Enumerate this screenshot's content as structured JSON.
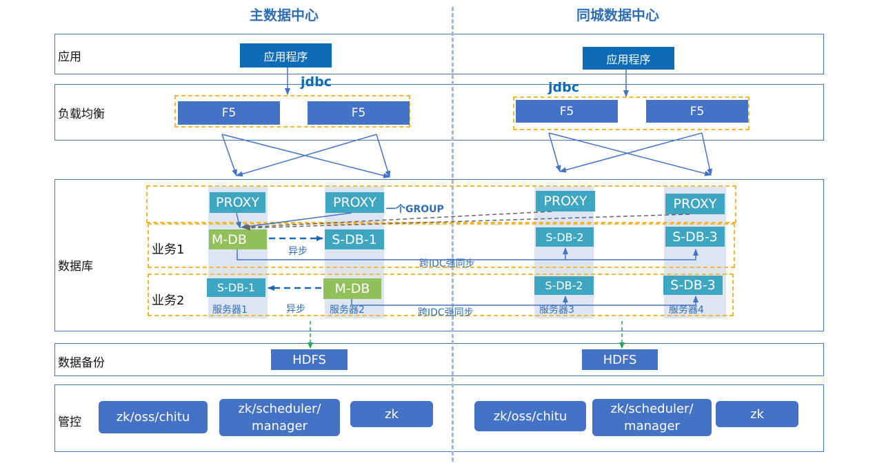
{
  "titles": {
    "main_dc": "主数据中心",
    "city_dc": "同城数据中心"
  },
  "layers": {
    "app": "应用",
    "lb": "负载均衡",
    "db": "数据库",
    "backup": "数据备份",
    "mgmt": "管控"
  },
  "app": {
    "left": "应用程序",
    "right": "应用程序"
  },
  "jdbc": {
    "left": "jdbc",
    "right": "jdbc"
  },
  "f5": {
    "a": "F5",
    "b": "F5",
    "c": "F5",
    "d": "F5"
  },
  "proxy": {
    "a": "PROXY",
    "b": "PROXY",
    "c": "PROXY",
    "d": "PROXY"
  },
  "group_label": "一个GROUP",
  "biz1": {
    "label": "业务1",
    "db1": "M-DB",
    "db2": "S-DB-1",
    "db3": "S-DB-2",
    "db4": "S-DB-3",
    "async": "异步",
    "sync": "跨IDC强同步"
  },
  "biz2": {
    "label": "业务2",
    "db1": "S-DB-1",
    "db2": "M-DB",
    "db3": "S-DB-2",
    "db4": "S-DB-3",
    "async": "异步",
    "sync": "跨IDC强同步"
  },
  "servers": {
    "s1": "服务器1",
    "s2": "服务器2",
    "s3": "服务器3",
    "s4": "服务器4"
  },
  "hdfs": {
    "left": "HDFS",
    "right": "HDFS"
  },
  "mgmt": {
    "left": [
      "zk/oss/chitu",
      "zk/scheduler/ manager",
      "zk"
    ],
    "right": [
      "zk/oss/chitu",
      "zk/scheduler/ manager",
      "zk"
    ]
  },
  "colors": {
    "border": "#4472c4",
    "app_block": "#0d6cb5",
    "teal": "#3ea6c1",
    "green": "#92c05a",
    "yellow_dash": "#f2b733",
    "column_bg": "#dde5f3",
    "arrow_green": "#1aaa55"
  }
}
